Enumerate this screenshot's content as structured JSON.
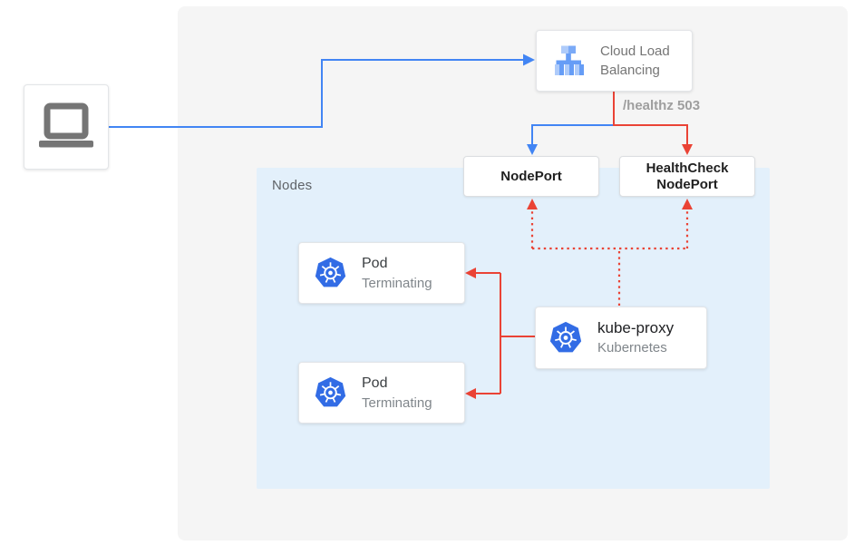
{
  "colors": {
    "line_blue": "#4285F4",
    "line_red": "#EA4335",
    "panel_gray": "#F5F5F5",
    "panel_blue": "#E3F0FB",
    "kubernetes_blue": "#326CE5",
    "clb_icon_light": "#AECBFA",
    "clb_icon_medium": "#7BAAF7",
    "clb_icon_dark": "#669DF6",
    "laptop_gray": "#757575"
  },
  "diagram": {
    "cloud_load_balancing": {
      "label_line1": "Cloud Load",
      "label_line2": "Balancing"
    },
    "healthz_edge_label": "/healthz 503",
    "nodeport": {
      "label": "NodePort"
    },
    "healthcheck_nodeport": {
      "label_line1": "HealthCheck",
      "label_line2": "NodePort"
    },
    "nodes_region": {
      "label": "Nodes"
    },
    "pods": [
      {
        "title": "Pod",
        "subtitle": "Terminating"
      },
      {
        "title": "Pod",
        "subtitle": "Terminating"
      }
    ],
    "kube_proxy": {
      "title": "kube-proxy",
      "subtitle": "Kubernetes"
    },
    "edges": [
      {
        "from": "client-laptop",
        "to": "cloud-load-balancing",
        "style": "solid",
        "color": "blue"
      },
      {
        "from": "cloud-load-balancing",
        "to": "nodeport",
        "style": "solid",
        "color": "blue"
      },
      {
        "from": "cloud-load-balancing",
        "to": "healthcheck-nodeport",
        "style": "solid",
        "color": "red",
        "label": "/healthz 503"
      },
      {
        "from": "kube-proxy",
        "to": "nodeport",
        "style": "dotted",
        "color": "red"
      },
      {
        "from": "kube-proxy",
        "to": "healthcheck-nodeport",
        "style": "dotted",
        "color": "red"
      },
      {
        "from": "kube-proxy",
        "to": "pod-terminating-1",
        "style": "solid",
        "color": "red"
      },
      {
        "from": "kube-proxy",
        "to": "pod-terminating-2",
        "style": "solid",
        "color": "red"
      }
    ]
  }
}
